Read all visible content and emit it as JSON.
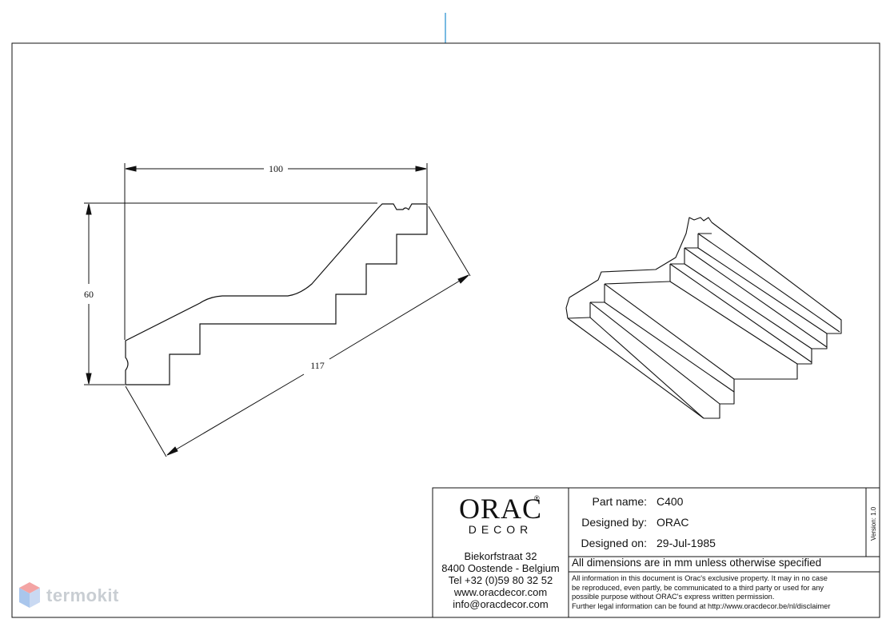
{
  "drawing": {
    "dim_width": "100",
    "dim_height": "60",
    "dim_diagonal": "117"
  },
  "title_block": {
    "logo_main": "ORAC",
    "logo_registered": "®",
    "logo_sub": "DECOR",
    "address": [
      "Biekorfstraat 32",
      "8400 Oostende - Belgium",
      "Tel  +32 (0)59 80 32 52",
      "www.oracdecor.com",
      "info@oracdecor.com"
    ],
    "part_name_label": "Part name:",
    "part_name": "C400",
    "designed_by_label": "Designed by:",
    "designed_by": "ORAC",
    "designed_on_label": "Designed on:",
    "designed_on": "29-Jul-1985",
    "dimensions_note": "All dimensions are in mm unless otherwise specified",
    "legal": [
      "All information in this document is Orac's exclusive property.  It may in no case",
      "be reproduced, even partly, be communicated to a third party or used for any",
      "possible purpose without ORAC's express written permission.",
      "Further legal information can be found at http://www.oracdecor.be/nl/disclaimer"
    ],
    "version": "Version: 1.0"
  },
  "watermark": {
    "text": "termokit"
  },
  "colors": {
    "line": "#111111",
    "accent_line": "#4aa3d8",
    "watermark": "#c9ced3"
  }
}
